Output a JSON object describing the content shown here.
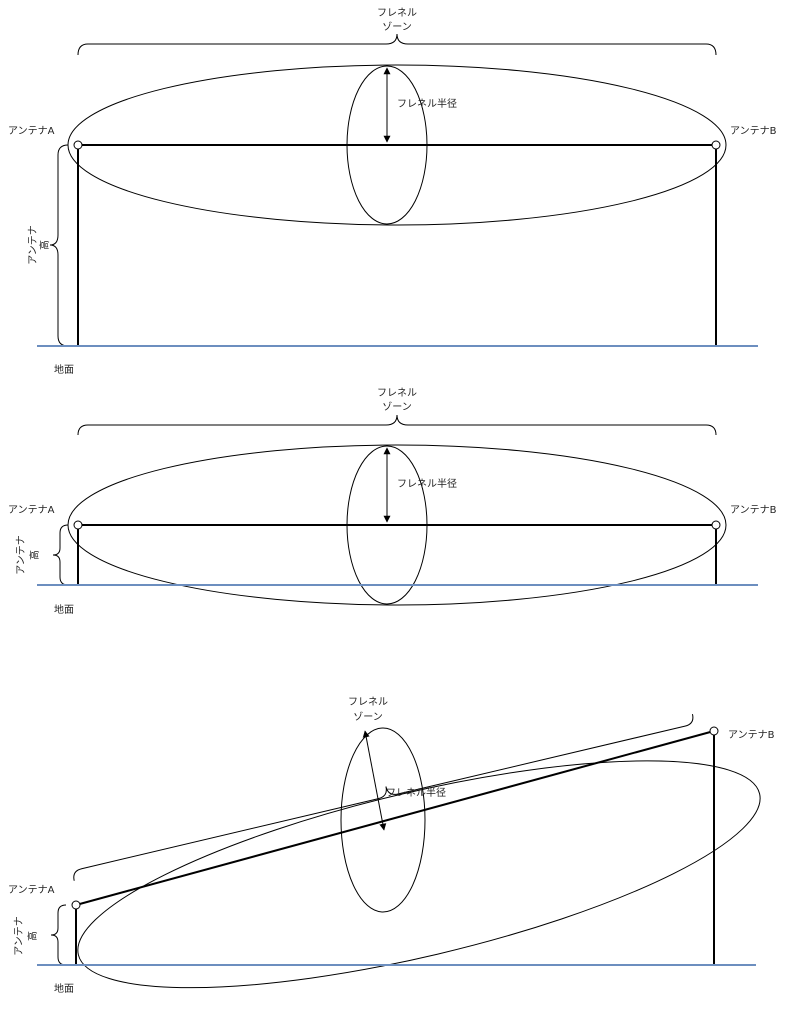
{
  "colors": {
    "line": "#000000",
    "ground": "#6c8ebf",
    "text": "#222222",
    "background": "#ffffff"
  },
  "diagrams": [
    {
      "zone_label_line1": "フレネル",
      "zone_label_line2": "ゾーン",
      "radius_label": "フレネル半径",
      "antenna_a": "アンテナA",
      "antenna_b": "アンテナB",
      "height_label_line1": "アンテナ",
      "height_label_line2": "高",
      "ground_label": "地面"
    },
    {
      "zone_label_line1": "フレネル",
      "zone_label_line2": "ゾーン",
      "radius_label": "フレネル半径",
      "antenna_a": "アンテナA",
      "antenna_b": "アンテナB",
      "height_label_line1": "アンテナ",
      "height_label_line2": "高",
      "ground_label": "地面"
    },
    {
      "zone_label_line1": "フレネル",
      "zone_label_line2": "ゾーン",
      "radius_label": "フレネル半径",
      "antenna_a": "アンテナA",
      "antenna_b": "アンテナB",
      "height_label_line1": "アンテナ",
      "height_label_line2": "高",
      "ground_label": "地面"
    }
  ]
}
